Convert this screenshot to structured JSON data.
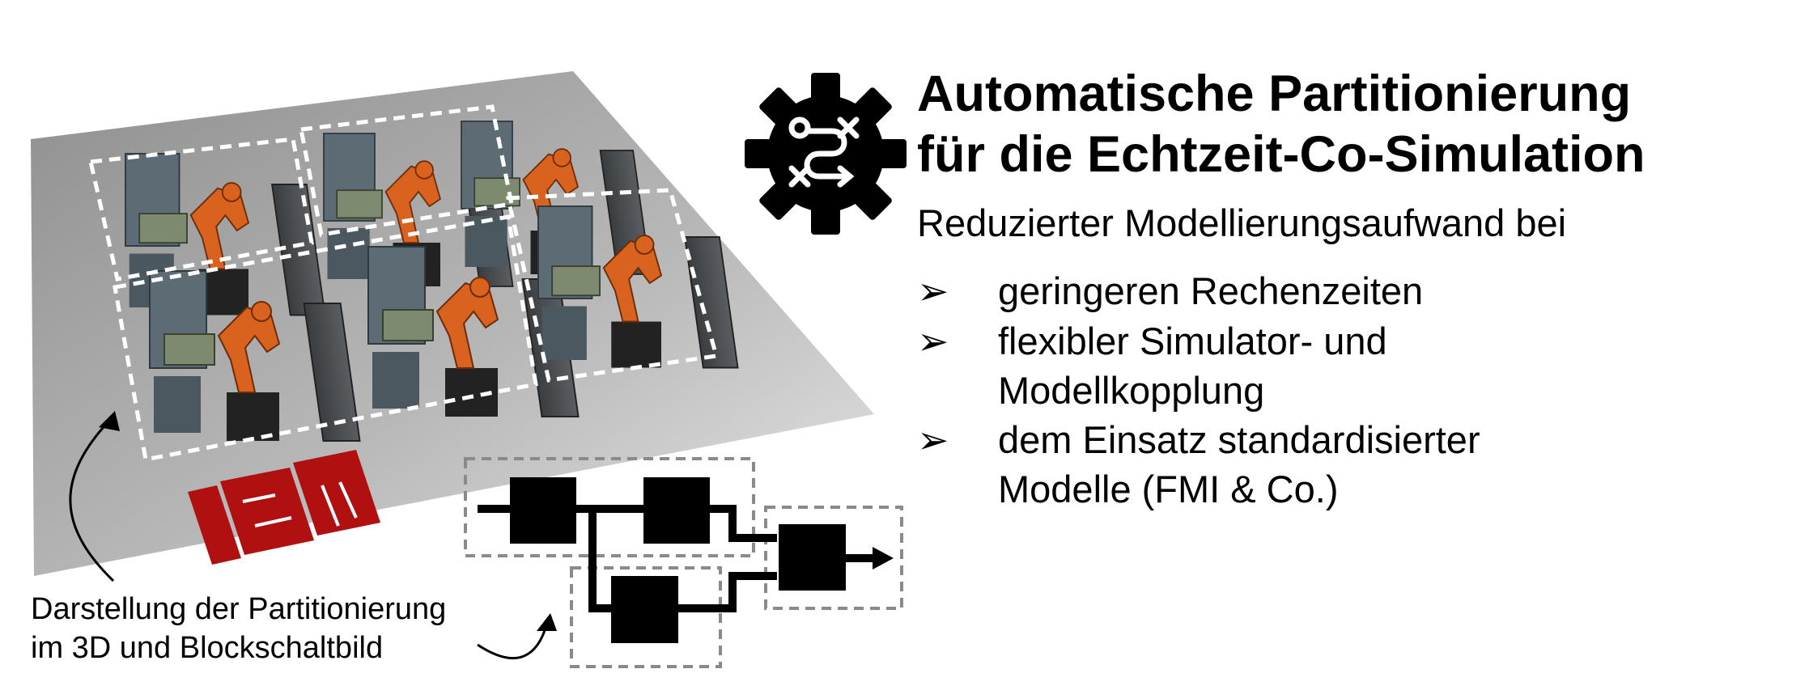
{
  "heading": {
    "line1": "Automatische Partitionierung",
    "line2": "für die Echtzeit-Co-Simulation"
  },
  "subtitle": "Reduzierter Modellierungsaufwand bei",
  "bullets": [
    {
      "marker": "➢",
      "lines": [
        "geringeren Rechenzeiten"
      ]
    },
    {
      "marker": "➢",
      "lines": [
        "flexibler Simulator- und",
        "Modellkopplung"
      ]
    },
    {
      "marker": "➢",
      "lines": [
        "dem Einsatz standardisierter",
        "Modelle (FMI & Co.)"
      ]
    }
  ],
  "caption": {
    "line1": "Darstellung der Partitionierung",
    "line2": "im 3D und Blockschaltbild"
  },
  "logo_text": "ISW",
  "icons": [
    "gear-route-icon"
  ],
  "colors": {
    "robot": "#d9631e",
    "logo": "#b01010",
    "partition_box": "#ffffff",
    "block_partition": "#8a8a8a",
    "block": "#000000"
  }
}
